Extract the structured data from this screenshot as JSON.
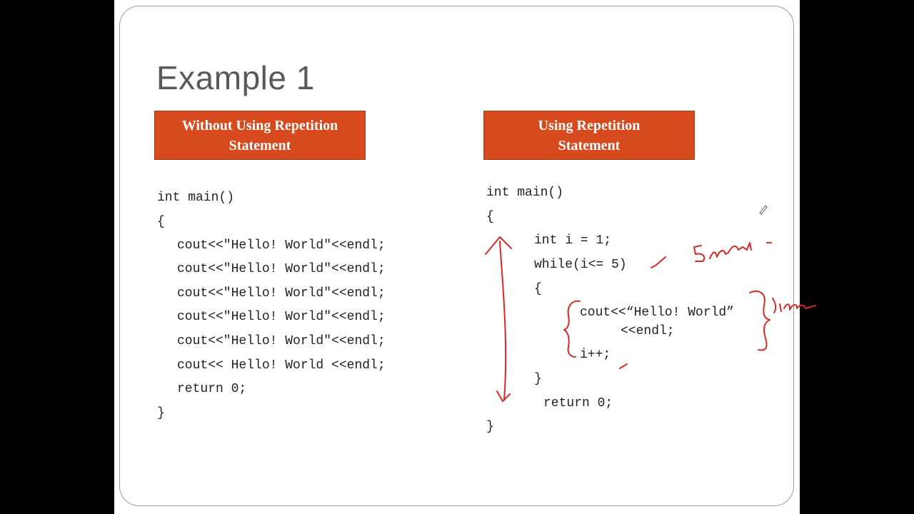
{
  "slide": {
    "title": "Example 1"
  },
  "left": {
    "header_line1": "Without Using Repetition",
    "header_line2": "Statement",
    "code": [
      "int main()",
      "{",
      "cout<<\"Hello! World\"<<endl;",
      "cout<<\"Hello! World\"<<endl;",
      "cout<<\"Hello! World\"<<endl;",
      "cout<<\"Hello! World\"<<endl;",
      "cout<<\"Hello! World\"<<endl;",
      "cout<< Hello! World <<endl;",
      "return 0;",
      "}"
    ]
  },
  "right": {
    "header_line1": "Using Repetition",
    "header_line2": "Statement",
    "code": [
      "int main()",
      "{",
      "int i = 1;",
      "while(i<= 5)",
      "{",
      "cout<<“Hello! World”",
      "<<endl;",
      "i++;",
      "}",
      "return 0;",
      "}"
    ]
  },
  "colors": {
    "header_bg": "#d64a1e",
    "ink": "#d42a2a"
  }
}
